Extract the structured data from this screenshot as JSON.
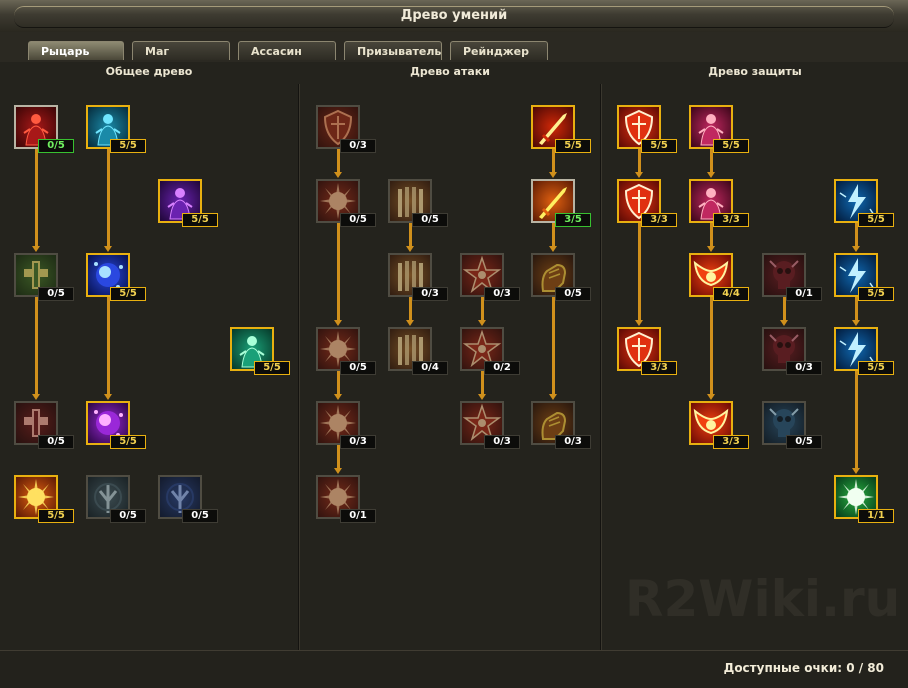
{
  "window": {
    "title": "Древо умений"
  },
  "tabs": [
    "Рыцарь",
    "Маг",
    "Ассасин",
    "Призыватель",
    "Рейнджер"
  ],
  "active_tab": "Рыцарь",
  "columns": {
    "general": "Общее древо",
    "attack": "Древо атаки",
    "defense": "Древо защиты"
  },
  "footer": {
    "points": "Доступные очки: 0 / 80"
  },
  "watermark": "R2Wiki.ru",
  "colors": {
    "maxed_frame": "#e8b010",
    "available_frame": "#38c030",
    "arrow": "#d0901c"
  },
  "skills": [
    {
      "id": "g1",
      "tree": "general",
      "icon": "demon-figure-icon",
      "count": "0/5"
    },
    {
      "id": "g2",
      "tree": "general",
      "icon": "cyan-figure-icon",
      "count": "5/5"
    },
    {
      "id": "g3",
      "tree": "general",
      "icon": "violet-figure-icon",
      "count": "5/5"
    },
    {
      "id": "g4",
      "tree": "general",
      "icon": "holy-cross-icon",
      "count": "0/5"
    },
    {
      "id": "g5",
      "tree": "general",
      "icon": "blue-orb-icon",
      "count": "5/5"
    },
    {
      "id": "g6",
      "tree": "general",
      "icon": "green-silhouette-icon",
      "count": "5/5"
    },
    {
      "id": "g7",
      "tree": "general",
      "icon": "red-cross-icon",
      "count": "0/5"
    },
    {
      "id": "g8",
      "tree": "general",
      "icon": "violet-orb-icon",
      "count": "5/5"
    },
    {
      "id": "g9",
      "tree": "general",
      "icon": "golden-sigil-icon",
      "count": "5/5"
    },
    {
      "id": "g10",
      "tree": "general",
      "icon": "grey-tree-icon",
      "count": "0/5"
    },
    {
      "id": "g11",
      "tree": "general",
      "icon": "blue-tree-icon",
      "count": "0/5"
    },
    {
      "id": "a1",
      "tree": "attack",
      "icon": "fire-shield-icon",
      "count": "0/3"
    },
    {
      "id": "a2",
      "tree": "attack",
      "icon": "flaming-sword-icon",
      "count": "5/5"
    },
    {
      "id": "a3",
      "tree": "attack",
      "icon": "fire-burst-icon",
      "count": "0/5"
    },
    {
      "id": "a4",
      "tree": "attack",
      "icon": "fire-pillars-icon",
      "count": "0/5"
    },
    {
      "id": "a5",
      "tree": "attack",
      "icon": "sword-strike-icon",
      "count": "3/5"
    },
    {
      "id": "a6",
      "tree": "attack",
      "icon": "fire-pillars-icon",
      "count": "0/3"
    },
    {
      "id": "a7",
      "tree": "attack",
      "icon": "fire-star-icon",
      "count": "0/3"
    },
    {
      "id": "a8",
      "tree": "attack",
      "icon": "fist-icon",
      "count": "0/5"
    },
    {
      "id": "a9",
      "tree": "attack",
      "icon": "fire-burst-icon",
      "count": "0/5"
    },
    {
      "id": "a10",
      "tree": "attack",
      "icon": "fire-pillars-icon",
      "count": "0/4"
    },
    {
      "id": "a11",
      "tree": "attack",
      "icon": "fire-star-icon",
      "count": "0/2"
    },
    {
      "id": "a12",
      "tree": "attack",
      "icon": "fire-burst-icon",
      "count": "0/3"
    },
    {
      "id": "a13",
      "tree": "attack",
      "icon": "fire-star-icon",
      "count": "0/3"
    },
    {
      "id": "a14",
      "tree": "attack",
      "icon": "fist-icon",
      "count": "0/3"
    },
    {
      "id": "a15",
      "tree": "attack",
      "icon": "fire-burst-icon",
      "count": "0/1"
    },
    {
      "id": "d1",
      "tree": "defense",
      "icon": "holy-shield-icon",
      "count": "5/5"
    },
    {
      "id": "d2",
      "tree": "defense",
      "icon": "pink-warrior-icon",
      "count": "5/5"
    },
    {
      "id": "d3",
      "tree": "defense",
      "icon": "holy-shield-icon",
      "count": "3/3"
    },
    {
      "id": "d4",
      "tree": "defense",
      "icon": "pink-warrior-icon",
      "count": "3/3"
    },
    {
      "id": "d5",
      "tree": "defense",
      "icon": "ice-lightning-icon",
      "count": "5/5"
    },
    {
      "id": "d6",
      "tree": "defense",
      "icon": "radiant-wings-icon",
      "count": "4/4"
    },
    {
      "id": "d7",
      "tree": "defense",
      "icon": "crimson-skull-icon",
      "count": "0/1"
    },
    {
      "id": "d8",
      "tree": "defense",
      "icon": "ice-lightning-icon",
      "count": "5/5"
    },
    {
      "id": "d9",
      "tree": "defense",
      "icon": "holy-shield-icon",
      "count": "3/3"
    },
    {
      "id": "d10",
      "tree": "defense",
      "icon": "crimson-skull-icon",
      "count": "0/3"
    },
    {
      "id": "d11",
      "tree": "defense",
      "icon": "ice-lightning-icon",
      "count": "5/5"
    },
    {
      "id": "d12",
      "tree": "defense",
      "icon": "radiant-wings-icon",
      "count": "3/3"
    },
    {
      "id": "d13",
      "tree": "defense",
      "icon": "frost-skull-icon",
      "count": "0/5"
    },
    {
      "id": "d14",
      "tree": "defense",
      "icon": "green-burst-icon",
      "count": "1/1"
    }
  ]
}
